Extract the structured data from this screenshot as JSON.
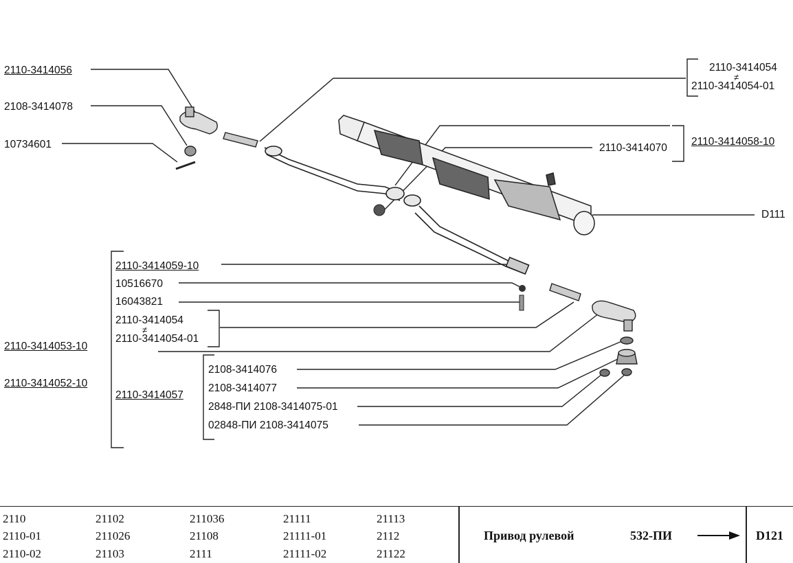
{
  "labels": {
    "l_3414056": "2110-3414056",
    "l_3414078": "2108-3414078",
    "l_10734601": "10734601",
    "l_3414054_top": "2110-3414054",
    "l_3414054_01_top": "2110-3414054-01",
    "l_3414058_10": "2110-3414058-10",
    "l_3414070": "2110-3414070",
    "l_d111": "D111",
    "l_3414059_10": "2110-3414059-10",
    "l_10516670": "10516670",
    "l_16043821": "16043821",
    "l_3414054_bot": "2110-3414054",
    "l_3414054_01_bot": "2110-3414054-01",
    "l_3414053_10": "2110-3414053-10",
    "l_3414052_10": "2110-3414052-10",
    "l_3414057": "2110-3414057",
    "l_3414076": "2108-3414076",
    "l_3414077": "2108-3414077",
    "l_3414075_01": "2848-ПИ  2108-3414075-01",
    "l_3414075": "02848-ПИ  2108-3414075",
    "not_equal": "≠"
  },
  "footer": {
    "models": [
      [
        "2110",
        "2110-01",
        "2110-02"
      ],
      [
        "21102",
        "211026",
        "21103"
      ],
      [
        "211036",
        "21108",
        "2111"
      ],
      [
        "21111",
        "21111-01",
        "21111-02"
      ],
      [
        "21113",
        "2112",
        "21122"
      ]
    ],
    "title": "Привод рулевой",
    "code": "532-ПИ",
    "page_ref": "D121"
  }
}
